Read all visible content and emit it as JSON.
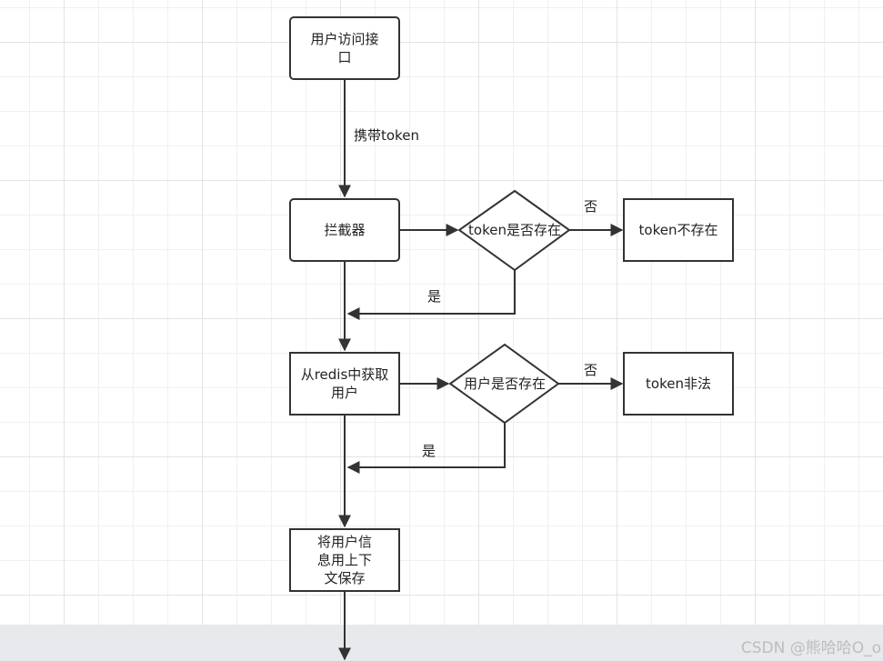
{
  "nodes": {
    "start": "用户访问接口",
    "interceptor": "拦截器",
    "token_check": "token是否存在",
    "token_missing": "token不存在",
    "redis_fetch": "从redis中获取用户",
    "user_check": "用户是否存在",
    "token_invalid": "token非法",
    "save_context": "将用户信息用上下文保存"
  },
  "edges": {
    "carry_token": "携带token",
    "token_no": "否",
    "token_yes": "是",
    "user_no": "否",
    "user_yes": "是"
  },
  "watermark": "CSDN @熊哈哈O_o"
}
